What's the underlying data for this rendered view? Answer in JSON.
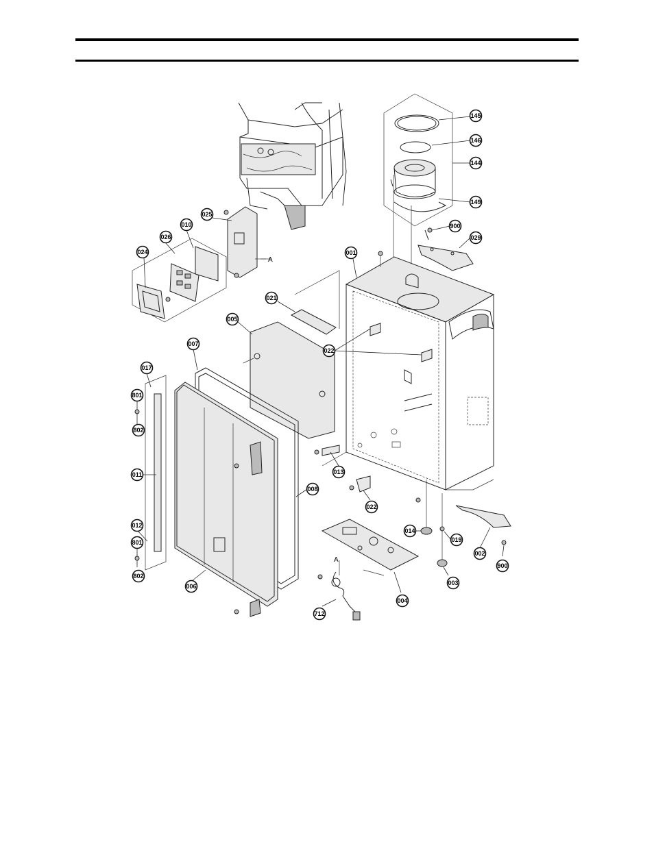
{
  "header": {
    "rules": 2
  },
  "marker_label": "A",
  "callouts": [
    {
      "id": "c145",
      "label": "145"
    },
    {
      "id": "c146",
      "label": "146"
    },
    {
      "id": "c144",
      "label": "144"
    },
    {
      "id": "c149",
      "label": "149"
    },
    {
      "id": "c900a",
      "label": "900"
    },
    {
      "id": "c029",
      "label": "029"
    },
    {
      "id": "c025",
      "label": "025"
    },
    {
      "id": "c026",
      "label": "026"
    },
    {
      "id": "c010",
      "label": "010"
    },
    {
      "id": "c024",
      "label": "024"
    },
    {
      "id": "c001",
      "label": "001"
    },
    {
      "id": "c021",
      "label": "021"
    },
    {
      "id": "c005",
      "label": "005"
    },
    {
      "id": "c022a",
      "label": "022"
    },
    {
      "id": "c007",
      "label": "007"
    },
    {
      "id": "c017",
      "label": "017"
    },
    {
      "id": "c801a",
      "label": "801"
    },
    {
      "id": "c802a",
      "label": "802"
    },
    {
      "id": "c011",
      "label": "011"
    },
    {
      "id": "c013",
      "label": "013"
    },
    {
      "id": "c008",
      "label": "008"
    },
    {
      "id": "c022b",
      "label": "022"
    },
    {
      "id": "c012",
      "label": "012"
    },
    {
      "id": "c801b",
      "label": "801"
    },
    {
      "id": "c802b",
      "label": "802"
    },
    {
      "id": "c014",
      "label": "014"
    },
    {
      "id": "c019",
      "label": "019"
    },
    {
      "id": "c002",
      "label": "002"
    },
    {
      "id": "c900b",
      "label": "900"
    },
    {
      "id": "c006",
      "label": "006"
    },
    {
      "id": "c003",
      "label": "003"
    },
    {
      "id": "c004",
      "label": "004"
    },
    {
      "id": "c712",
      "label": "712"
    }
  ]
}
